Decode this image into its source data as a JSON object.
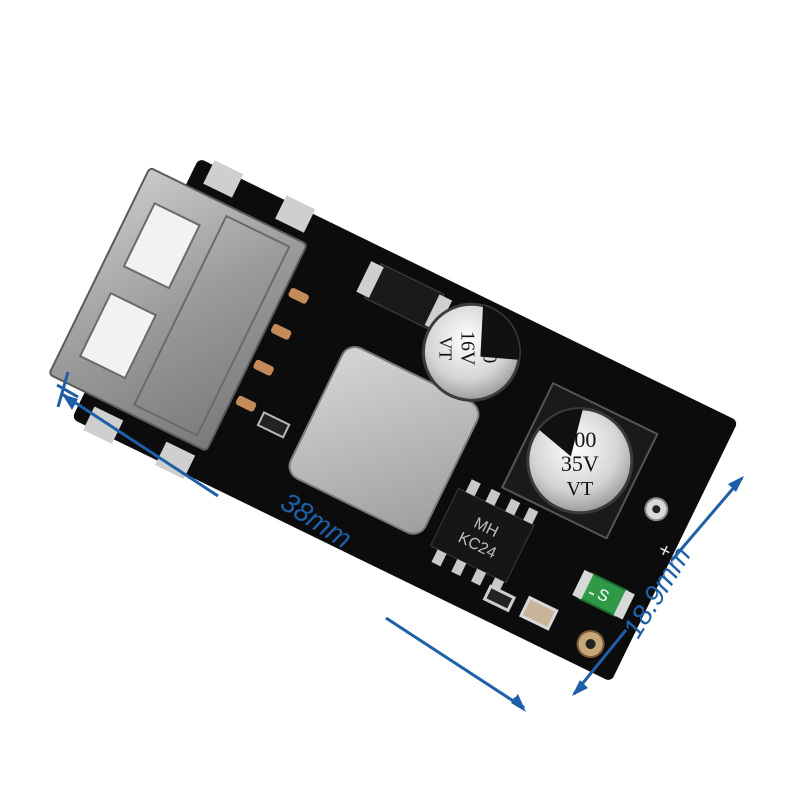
{
  "product_photo": {
    "board": {
      "capacitor_small": {
        "line1": "220",
        "line2": "16V",
        "line3": "VT"
      },
      "capacitor_large": {
        "line1": "100",
        "line2": "35V",
        "line3": "VT"
      },
      "ic": {
        "line1": "MH",
        "line2": "KC24"
      },
      "diode_marking": "S",
      "pad_plus": "+",
      "pad_minus": "-"
    },
    "dimensions": {
      "length_label": "38mm",
      "width_label": "18.9mm"
    },
    "colors": {
      "background": "#ffffff",
      "pcb": "#0c0c0c",
      "dimension_line": "#1f5fa8",
      "usb_metal": "#9b9b9b",
      "inductor": "#bdbdbd",
      "capacitor_body": "#d6d6d6",
      "pad": "#c8c8c8",
      "diode_green": "#2e9a48"
    }
  }
}
